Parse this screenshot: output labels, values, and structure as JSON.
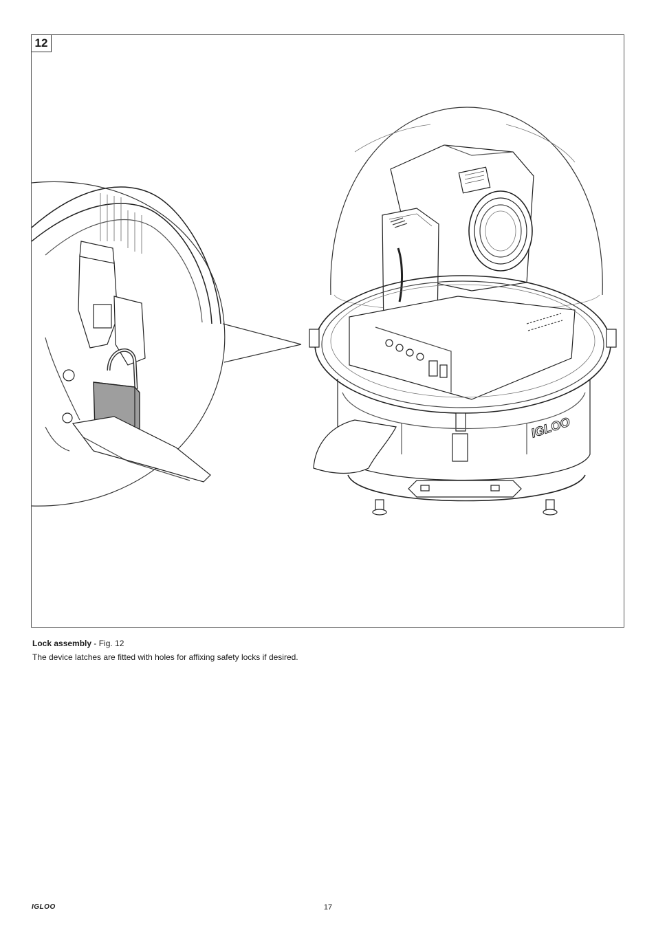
{
  "figure": {
    "number": "12",
    "brand_label": "IGLOO"
  },
  "caption": {
    "title": "Lock assembly",
    "fig_ref": " - Fig. 12",
    "body": "The device latches are fitted with holes for affixing safety locks if desired."
  },
  "footer": {
    "brand": "IGLOO",
    "page_number": "17"
  }
}
